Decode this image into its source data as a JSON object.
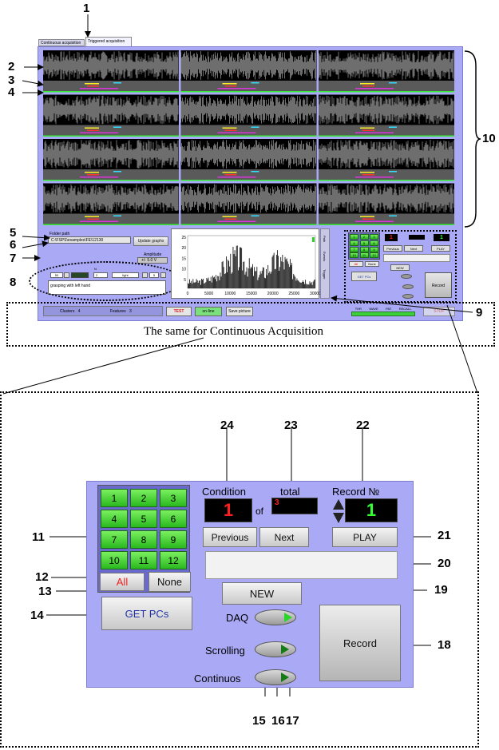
{
  "tabs": [
    "Continuous acquisition",
    "Triggered acquisition"
  ],
  "labels": {
    "folder_path": "Folder path",
    "amplitude": "Amplitude",
    "path_tabs": [
      "Path",
      "Events",
      "Trigger"
    ],
    "n": "N",
    "cond": "Condition",
    "total": "total",
    "record_no": "Record №",
    "of": "of",
    "clusters": "Clusters",
    "features": "Features",
    "same_for": "The same for Continuous Acquisition",
    "status_bar": [
      "THR",
      "WAVE",
      "PAT",
      "RECALL"
    ]
  },
  "values": {
    "folder_path": "C:\\FSPS\\examples\\FE\\12130",
    "amplitude": "+/- 5.0 V",
    "trial_num": "50",
    "n_val": "2",
    "cond_name": "light",
    "ch_val": "5",
    "description": "grasping with left hand",
    "clusters": "4",
    "features": "3",
    "condition": "1",
    "total": "3",
    "record": "1"
  },
  "buttons": {
    "update_graphs": "Update graphs",
    "test": "TEST",
    "online": "on-line",
    "save_picture": "Save picture",
    "stop": "STOP",
    "all": "All",
    "none": "None",
    "get_pcs": "GET PCs",
    "new": "NEW",
    "previous": "Previous",
    "next": "Next",
    "play": "PLAY",
    "record": "Record"
  },
  "keypad": [
    "1",
    "2",
    "3",
    "4",
    "5",
    "6",
    "7",
    "8",
    "9",
    "10",
    "11",
    "12"
  ],
  "toggles": [
    "DAQ",
    "Scrolling",
    "Continuos"
  ],
  "histogram": {
    "x_ticks": [
      "0",
      "5000",
      "10000",
      "15000",
      "20000",
      "25000",
      "30000"
    ],
    "y_ticks": [
      "25",
      "20",
      "15",
      "10",
      "5"
    ]
  },
  "callouts": [
    "1",
    "2",
    "3",
    "4",
    "5",
    "6",
    "7",
    "8",
    "9",
    "10",
    "11",
    "12",
    "13",
    "14",
    "15",
    "16",
    "17",
    "18",
    "19",
    "20",
    "21",
    "22",
    "23",
    "24"
  ],
  "colors": {
    "panel": "#a9a9f5",
    "keypad": "#33cc22",
    "display_red": "#ff1f1f",
    "display_green": "#33ff33"
  }
}
